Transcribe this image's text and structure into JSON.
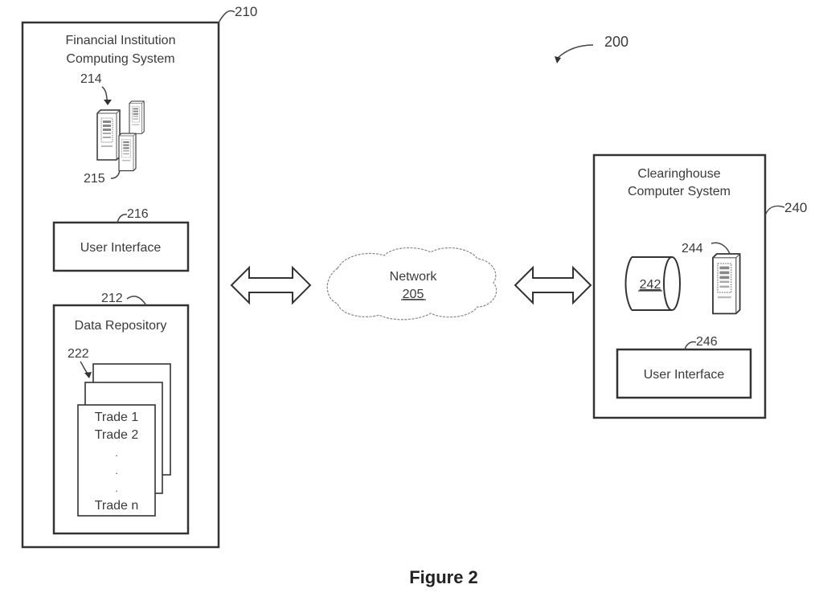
{
  "figure": {
    "caption": "Figure 2",
    "ref": "200"
  },
  "financial_system": {
    "ref": "210",
    "title_line1": "Financial Institution",
    "title_line2": "Computing System",
    "servers_ref": "214",
    "server_ref_b": "215",
    "user_interface": {
      "ref": "216",
      "label": "User Interface"
    },
    "data_repository": {
      "ref": "212",
      "label": "Data Repository",
      "trades_ref": "222",
      "trades": [
        "Trade 1",
        "Trade 2",
        "Trade n"
      ],
      "ellipsis": "."
    }
  },
  "network": {
    "label": "Network",
    "ref": "205"
  },
  "clearinghouse": {
    "ref": "240",
    "title_line1": "Clearinghouse",
    "title_line2": "Computer System",
    "database_ref": "242",
    "server_ref": "244",
    "user_interface": {
      "ref": "246",
      "label": "User Interface"
    }
  }
}
